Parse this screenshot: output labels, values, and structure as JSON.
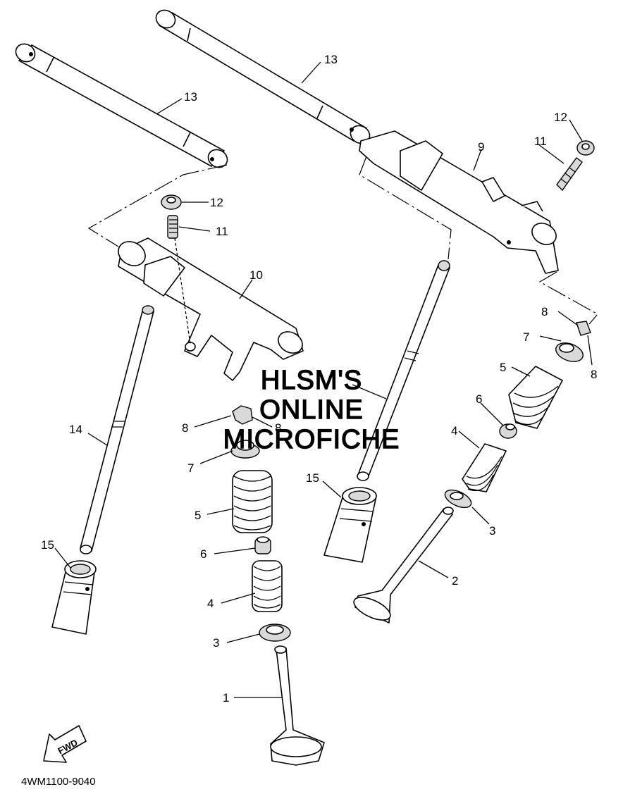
{
  "diagram": {
    "code": "4WM1100-9040",
    "watermark": [
      "HLSM'S",
      "ONLINE",
      "MICROFICHE"
    ],
    "fwd_label": "FWD",
    "callouts": {
      "c1": "1",
      "c2": "2",
      "c3a": "3",
      "c3b": "3",
      "c4a": "4",
      "c4b": "4",
      "c5a": "5",
      "c5b": "5",
      "c6a": "6",
      "c6b": "6",
      "c7a": "7",
      "c7b": "7",
      "c8a": "8",
      "c8b": "8",
      "c8c": "8",
      "c8d": "8",
      "c9": "9",
      "c10": "10",
      "c11a": "11",
      "c11b": "11",
      "c12a": "12",
      "c12b": "12",
      "c13a": "13",
      "c13b": "13",
      "c14": "14",
      "c15a": "15",
      "c15b": "15"
    }
  }
}
